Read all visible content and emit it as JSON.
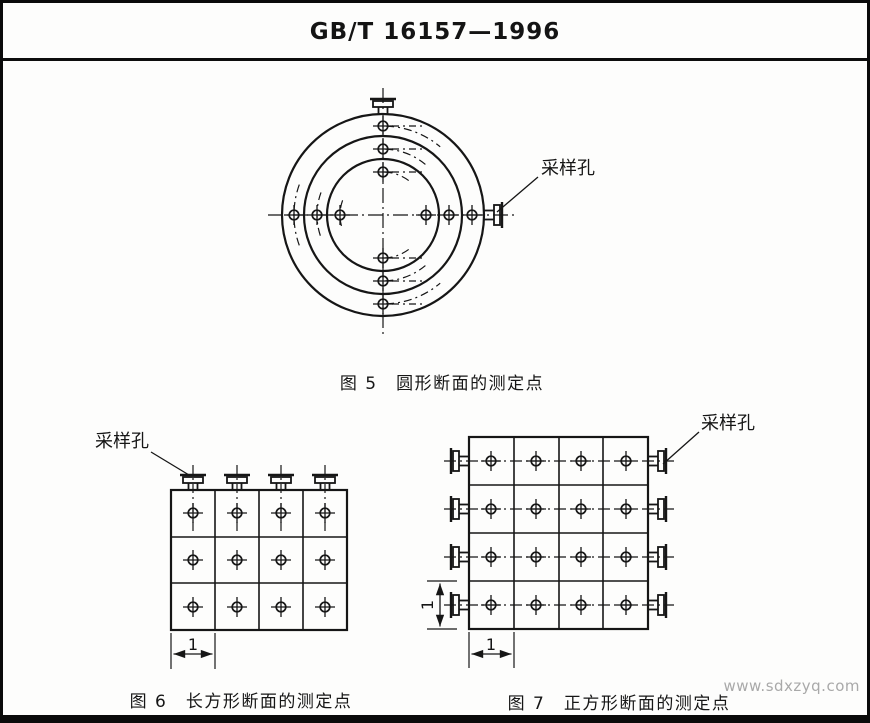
{
  "header": {
    "title": "GB/T 16157—1996"
  },
  "figures": {
    "fig5": {
      "caption": "图 5　圆形断面的测定点",
      "sampling_hole_label": "采样孔",
      "description": "circular duct cross-section, 3 concentric rings, 12 measurement points on two perpendicular dash-dot diameters, sampling ports at top and right"
    },
    "fig6": {
      "caption": "图 6　长方形断面的测定点",
      "sampling_hole_label": "采样孔",
      "dim_width": "1",
      "grid": {
        "cols": 4,
        "rows": 3
      }
    },
    "fig7": {
      "caption": "图 7　正方形断面的测定点",
      "sampling_hole_label": "采样孔",
      "dim_width": "1",
      "dim_height": "1",
      "grid": {
        "cols": 4,
        "rows": 4
      }
    }
  },
  "watermark": "www.sdxzyq.com",
  "colors": {
    "line": "#161616",
    "watermark": "#a9a9a9",
    "paper": "#fdfdfc"
  }
}
